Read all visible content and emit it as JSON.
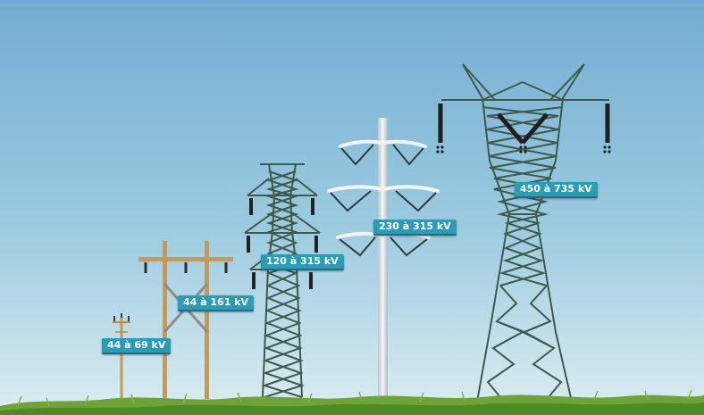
{
  "scene": {
    "sky_top_color": "#7ab0d4",
    "sky_bottom_color": "#d8eaf0",
    "grass_color": "#5e9a2e",
    "wood_color": "#c49a5c",
    "lattice_color": "#3f5a4c",
    "pole_color": "#e6ecef",
    "label_color": "#2b9bb6"
  },
  "labels": [
    {
      "text": "44 à 69 kV"
    },
    {
      "text": "44 à 161 kV"
    },
    {
      "text": "120 à 315 kV"
    },
    {
      "text": "230 à 315 kV"
    },
    {
      "text": "450 à 735 kV"
    }
  ]
}
